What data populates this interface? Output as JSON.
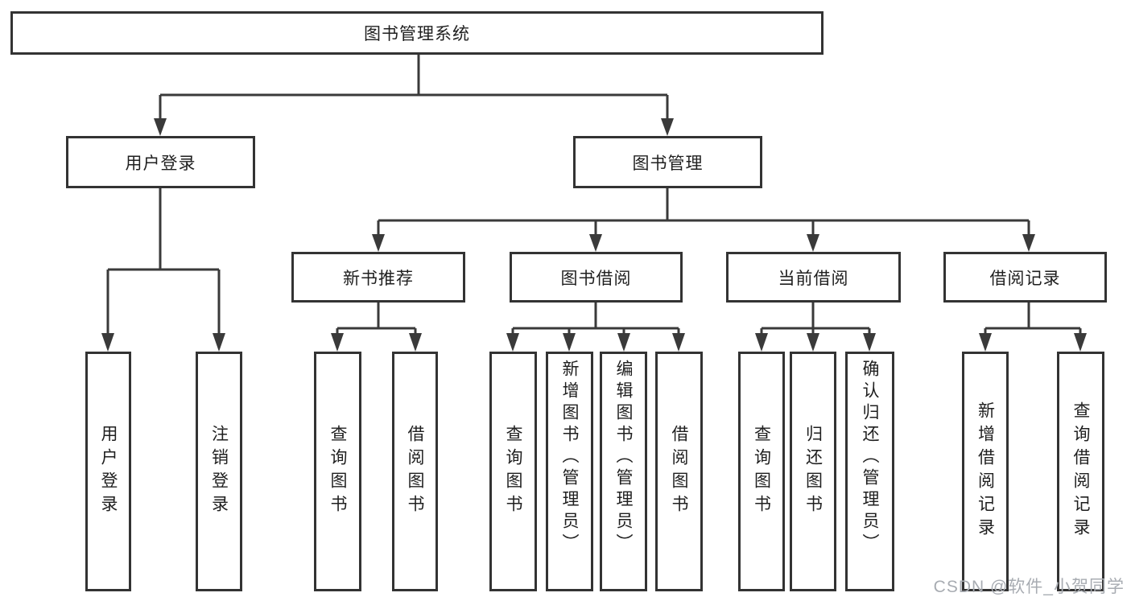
{
  "watermark": "CSDN @软件_小贺同学",
  "tree": {
    "label": "图书管理系统",
    "children": [
      {
        "label": "用户登录",
        "children": [
          {
            "label": "用户登录"
          },
          {
            "label": "注销登录"
          }
        ]
      },
      {
        "label": "图书管理",
        "children": [
          {
            "label": "新书推荐",
            "children": [
              {
                "label": "查询图书"
              },
              {
                "label": "借阅图书"
              }
            ]
          },
          {
            "label": "图书借阅",
            "children": [
              {
                "label": "查询图书"
              },
              {
                "label": "新增图书（管理员）"
              },
              {
                "label": "编辑图书（管理员）"
              },
              {
                "label": "借阅图书"
              }
            ]
          },
          {
            "label": "当前借阅",
            "children": [
              {
                "label": "查询图书"
              },
              {
                "label": "归还图书"
              },
              {
                "label": "确认归还（管理员）"
              }
            ]
          },
          {
            "label": "借阅记录",
            "children": [
              {
                "label": "新增借阅记录"
              },
              {
                "label": "查询借阅记录"
              }
            ]
          }
        ]
      }
    ]
  }
}
